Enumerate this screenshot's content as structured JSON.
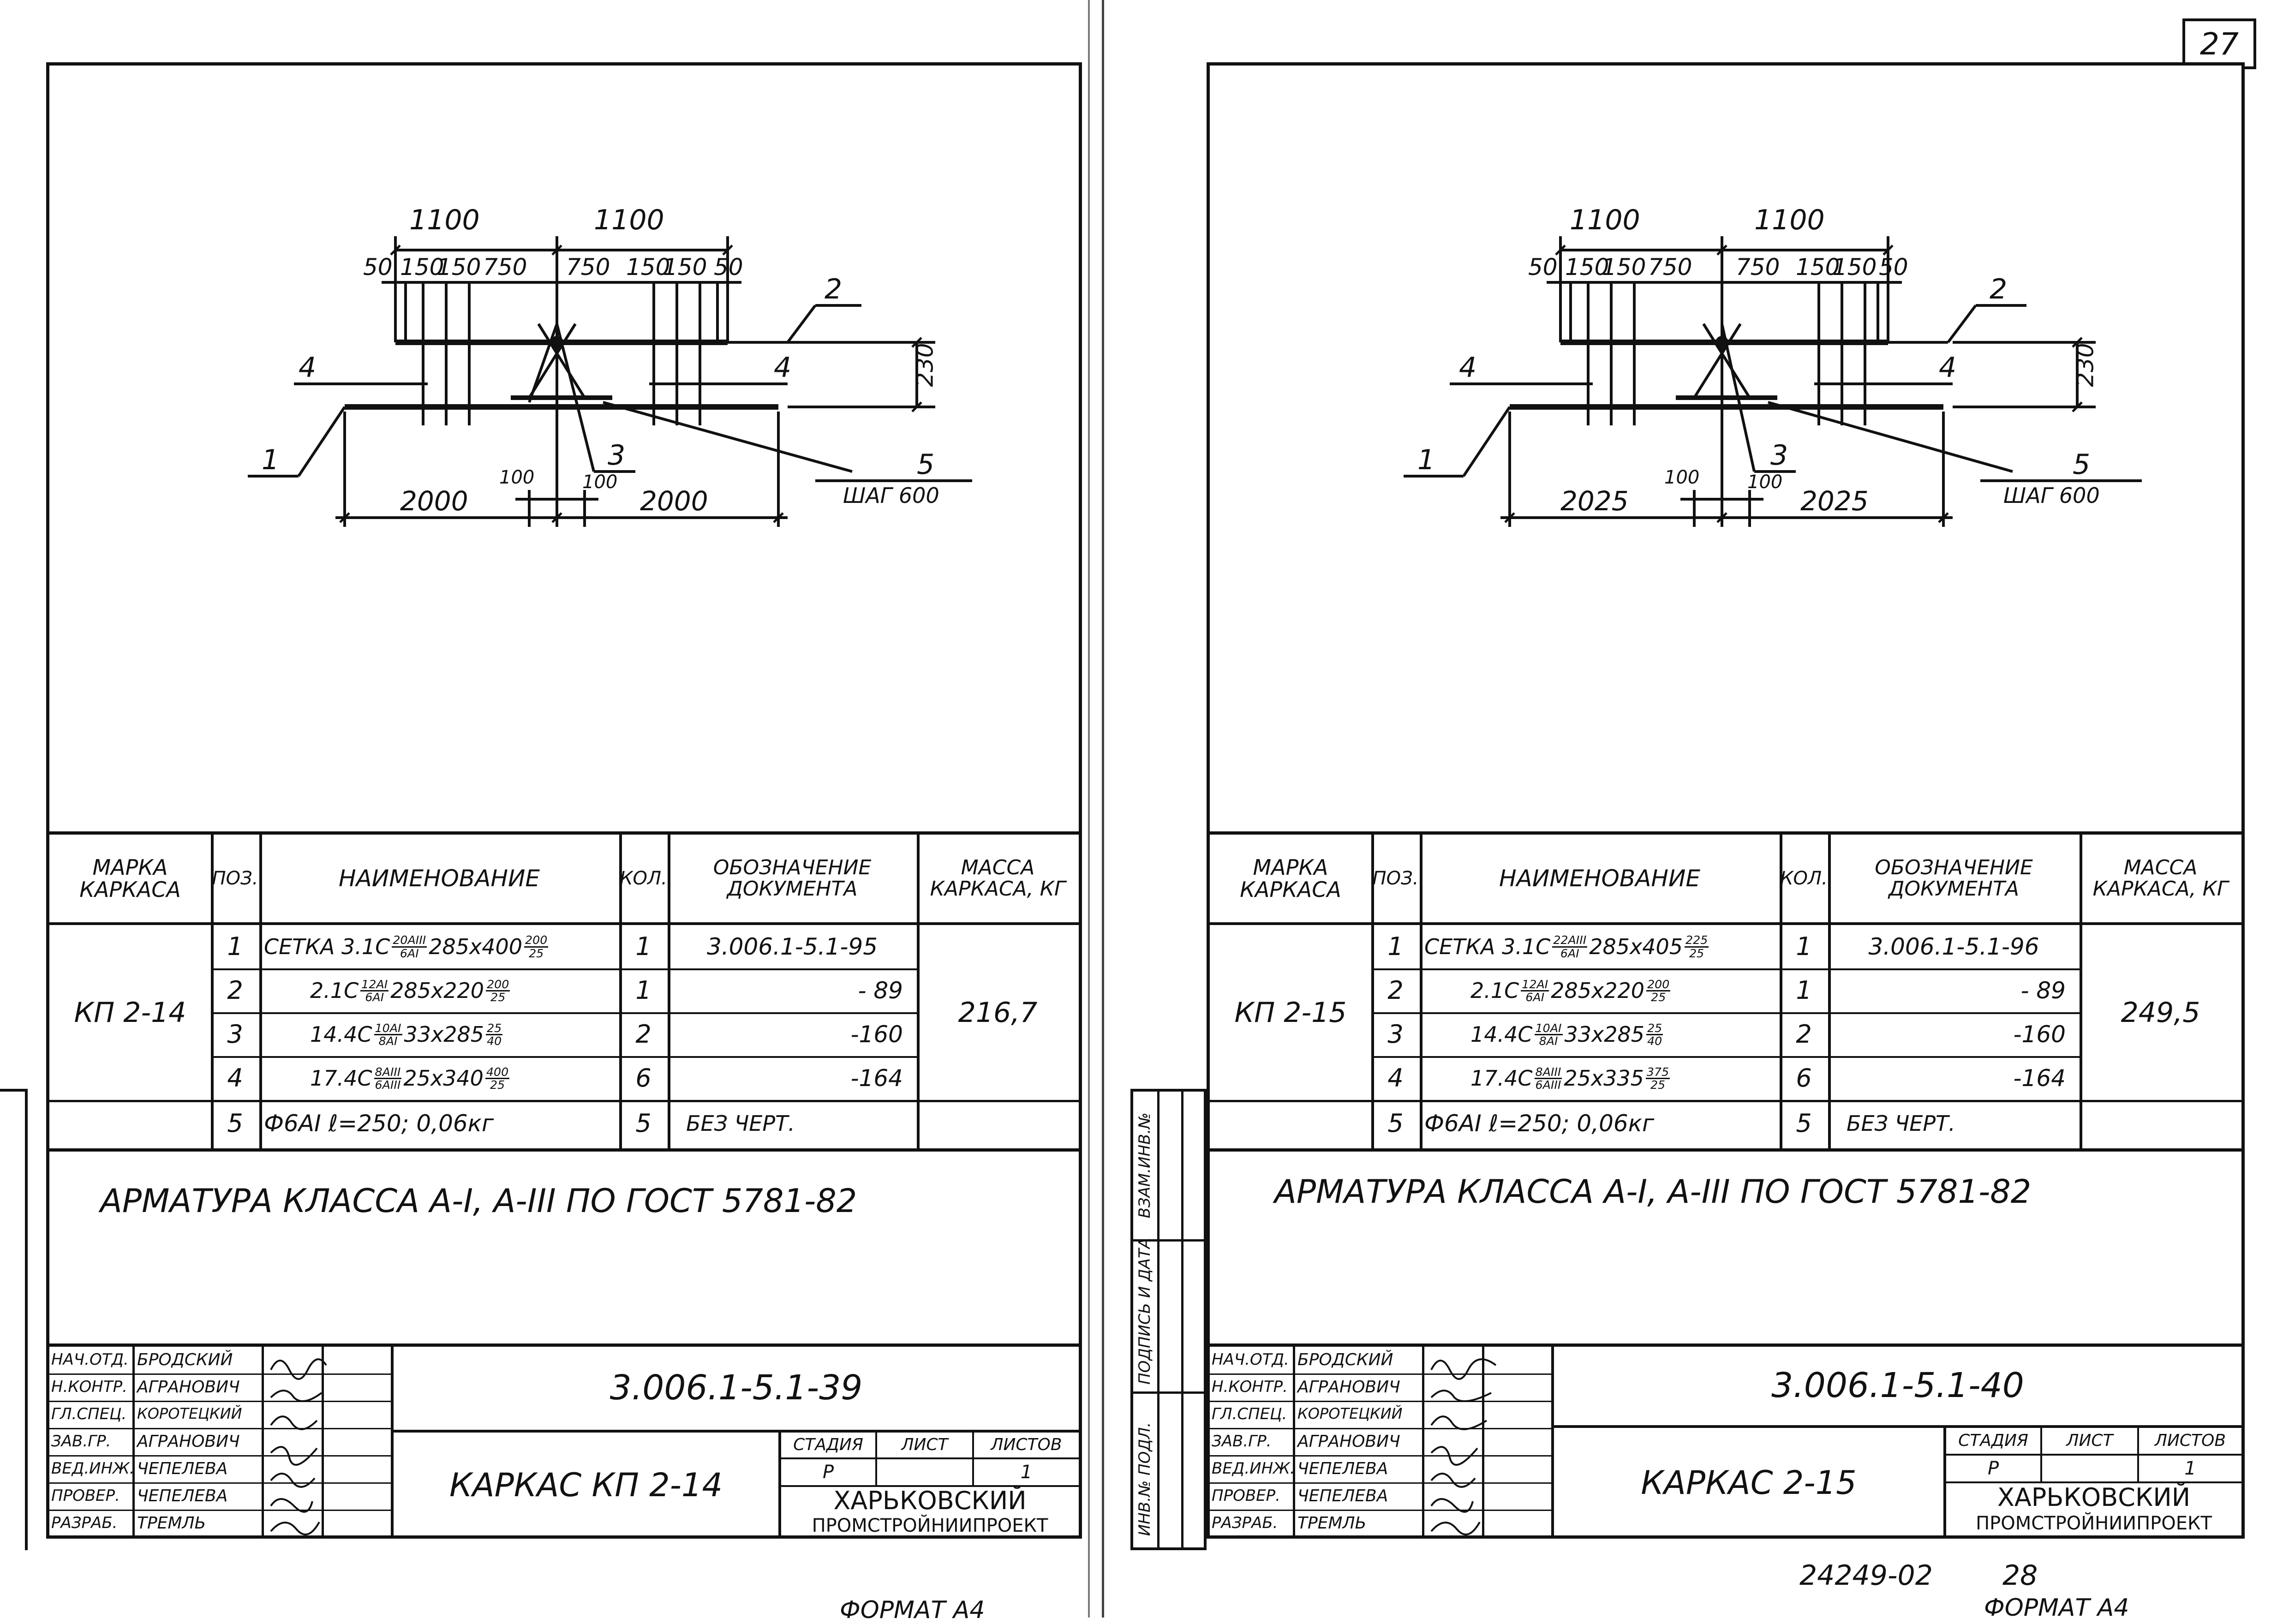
{
  "page_number": "27",
  "sheets": [
    {
      "dims": {
        "top_spans": [
          "1100",
          "1100"
        ],
        "top_details": [
          "50",
          "150",
          "150",
          "750",
          "750",
          "150",
          "150",
          "50"
        ],
        "height": "230",
        "bottom_spans": [
          "2000",
          "2000"
        ],
        "center_offsets": [
          "100",
          "100"
        ],
        "step": "ШАГ 600"
      },
      "positions": [
        "1",
        "2",
        "3",
        "4",
        "4",
        "5"
      ],
      "table": {
        "headers": {
          "mark": "МАРКА КАРКАСА",
          "pos": "ПОЗ.",
          "name": "НАИМЕНОВАНИЕ",
          "qty": "КОЛ.",
          "doc": "ОБОЗНАЧЕНИЕ ДОКУМЕНТА",
          "mass": "МАССА КАРКАСА, КГ"
        },
        "mark": "КП 2-14",
        "mass": "216,7",
        "rows": [
          {
            "pos": "1",
            "name_pre": "СЕТКА 3.1С",
            "frac_top": "20AIII",
            "frac_bot": "6AI",
            "name_mid": "285x400",
            "frac2_top": "200",
            "frac2_bot": "25",
            "qty": "1",
            "doc": "3.006.1-5.1-95"
          },
          {
            "pos": "2",
            "name_pre": "2.1С",
            "frac_top": "12AI",
            "frac_bot": "6AI",
            "name_mid": "285x220",
            "frac2_top": "200",
            "frac2_bot": "25",
            "qty": "1",
            "doc": "- 89"
          },
          {
            "pos": "3",
            "name_pre": "14.4С",
            "frac_top": "10AI",
            "frac_bot": "8AI",
            "name_mid": "33x285",
            "frac2_top": "25",
            "frac2_bot": "40",
            "qty": "2",
            "doc": "-160"
          },
          {
            "pos": "4",
            "name_pre": "17.4С",
            "frac_top": "8AIII",
            "frac_bot": "6AIII",
            "name_mid": "25x340",
            "frac2_top": "400",
            "frac2_bot": "25",
            "qty": "6",
            "doc": "-164"
          },
          {
            "pos": "5",
            "name_pre": "Ф6АI ℓ=250; 0,06кг",
            "frac_top": "",
            "frac_bot": "",
            "name_mid": "",
            "frac2_top": "",
            "frac2_bot": "",
            "qty": "5",
            "doc": "БЕЗ ЧЕРТ."
          }
        ]
      },
      "note": "АРМАТУРА КЛАССА А-I, А-III ПО ГОСТ 5781-82",
      "title_block": {
        "code": "3.006.1-5.1-39",
        "title": "КАРКАС КП 2-14",
        "stage_label": "СТАДИЯ",
        "sheet_label": "ЛИСТ",
        "sheets_label": "ЛИСТОВ",
        "stage": "Р",
        "sheet": "",
        "sheets": "1",
        "org_line1": "ХАРЬКОВСКИЙ",
        "org_line2": "ПРОМСТРОЙНИИПРОЕКТ",
        "people": [
          {
            "role": "НАЧ.ОТД.",
            "name": "БРОДСКИЙ"
          },
          {
            "role": "Н.КОНТР.",
            "name": "АГРАНОВИЧ"
          },
          {
            "role": "ГЛ.СПЕЦ.",
            "name": "КОРОТЕЦКИЙ"
          },
          {
            "role": "ЗАВ.ГР.",
            "name": "АГРАНОВИЧ"
          },
          {
            "role": "ВЕД.ИНЖ.",
            "name": "ЧЕПЕЛЕВА"
          },
          {
            "role": "ПРОВЕР.",
            "name": "ЧЕПЕЛЕВА"
          },
          {
            "role": "РАЗРАБ.",
            "name": "ТРЕМЛЬ"
          }
        ]
      },
      "format": "ФОРМАТ А4"
    },
    {
      "dims": {
        "top_spans": [
          "1100",
          "1100"
        ],
        "top_details": [
          "50",
          "150",
          "150",
          "750",
          "750",
          "150",
          "150",
          "50"
        ],
        "height": "230",
        "bottom_spans": [
          "2025",
          "2025"
        ],
        "center_offsets": [
          "100",
          "100"
        ],
        "step": "ШАГ 600"
      },
      "positions": [
        "1",
        "2",
        "3",
        "4",
        "4",
        "5"
      ],
      "table": {
        "headers": {
          "mark": "МАРКА КАРКАСА",
          "pos": "ПОЗ.",
          "name": "НАИМЕНОВАНИЕ",
          "qty": "КОЛ.",
          "doc": "ОБОЗНАЧЕНИЕ ДОКУМЕНТА",
          "mass": "МАССА КАРКАСА, КГ"
        },
        "mark": "КП 2-15",
        "mass": "249,5",
        "rows": [
          {
            "pos": "1",
            "name_pre": "СЕТКА 3.1С",
            "frac_top": "22AIII",
            "frac_bot": "6AI",
            "name_mid": "285x405",
            "frac2_top": "225",
            "frac2_bot": "25",
            "qty": "1",
            "doc": "3.006.1-5.1-96"
          },
          {
            "pos": "2",
            "name_pre": "2.1С",
            "frac_top": "12AI",
            "frac_bot": "6AI",
            "name_mid": "285x220",
            "frac2_top": "200",
            "frac2_bot": "25",
            "qty": "1",
            "doc": "- 89"
          },
          {
            "pos": "3",
            "name_pre": "14.4С",
            "frac_top": "10AI",
            "frac_bot": "8AI",
            "name_mid": "33x285",
            "frac2_top": "25",
            "frac2_bot": "40",
            "qty": "2",
            "doc": "-160"
          },
          {
            "pos": "4",
            "name_pre": "17.4С",
            "frac_top": "8AIII",
            "frac_bot": "6AIII",
            "name_mid": "25x335",
            "frac2_top": "375",
            "frac2_bot": "25",
            "qty": "6",
            "doc": "-164"
          },
          {
            "pos": "5",
            "name_pre": "Ф6АI ℓ=250; 0,06кг",
            "frac_top": "",
            "frac_bot": "",
            "name_mid": "",
            "frac2_top": "",
            "frac2_bot": "",
            "qty": "5",
            "doc": "БЕЗ ЧЕРТ."
          }
        ]
      },
      "note": "АРМАТУРА КЛАССА А-I, А-III ПО ГОСТ 5781-82",
      "title_block": {
        "code": "3.006.1-5.1-40",
        "title": "КАРКАС 2-15",
        "stage_label": "СТАДИЯ",
        "sheet_label": "ЛИСТ",
        "sheets_label": "ЛИСТОВ",
        "stage": "Р",
        "sheet": "",
        "sheets": "1",
        "org_line1": "ХАРЬКОВСКИЙ",
        "org_line2": "ПРОМСТРОЙНИИПРОЕКТ",
        "people": [
          {
            "role": "НАЧ.ОТД.",
            "name": "БРОДСКИЙ"
          },
          {
            "role": "Н.КОНТР.",
            "name": "АГРАНОВИЧ"
          },
          {
            "role": "ГЛ.СПЕЦ.",
            "name": "КОРОТЕЦКИЙ"
          },
          {
            "role": "ЗАВ.ГР.",
            "name": "АГРАНОВИЧ"
          },
          {
            "role": "ВЕД.ИНЖ.",
            "name": "ЧЕПЕЛЕВА"
          },
          {
            "role": "ПРОВЕР.",
            "name": "ЧЕПЕЛЕВА"
          },
          {
            "role": "РАЗРАБ.",
            "name": "ТРЕМЛЬ"
          }
        ]
      },
      "archive_number": "24249-02",
      "archive_sheet": "28",
      "format": "ФОРМАТ А4"
    }
  ],
  "side_stamp": {
    "col1": "ИНВ.№ ПОДЛ.",
    "col2": "ПОДПИСЬ И ДАТА",
    "col3": "ВЗАМ.ИНВ.№"
  }
}
